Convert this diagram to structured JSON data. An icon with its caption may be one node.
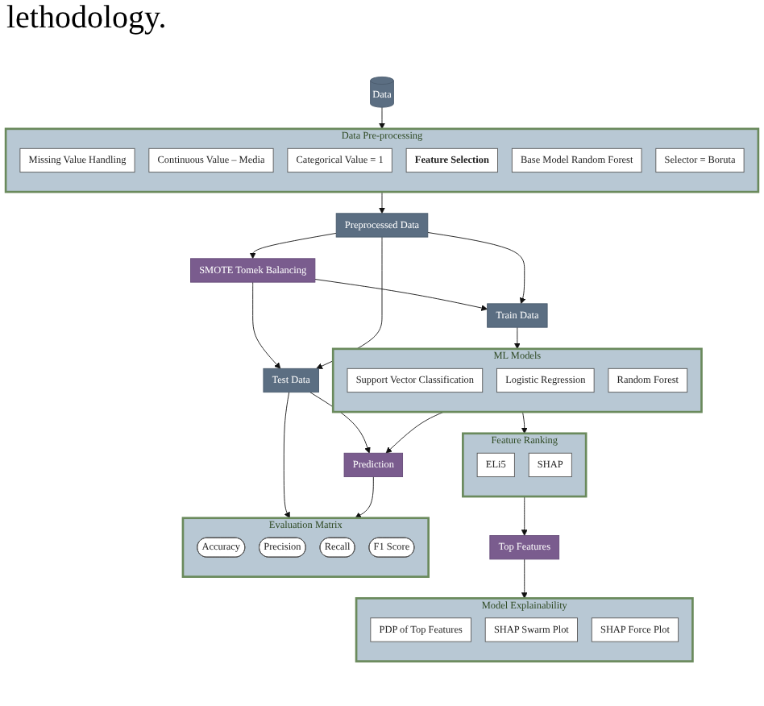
{
  "diagram": {
    "caption": "lethodology.",
    "nodes": [
      {
        "text": [
          "Data"
        ]
      },
      {
        "text": [
          "Data Pre-processing"
        ]
      },
      {
        "text": [
          "Missing Value Handling"
        ],
        "in": 1
      },
      {
        "text": [
          "Continuous Value – Media"
        ],
        "in": 1
      },
      {
        "text": [
          "Categorical Value = 1"
        ],
        "in": 1
      },
      {
        "text": [
          "Feature Selection"
        ],
        "in": 1
      },
      {
        "text": [
          "Base Model Random Forest"
        ],
        "in": 1
      },
      {
        "text": [
          "Selector = Boruta"
        ],
        "in": 1
      },
      {
        "text": [
          "Preprocessed Data"
        ]
      },
      {
        "text": [
          "SMOTE Tomek Balancing"
        ]
      },
      {
        "text": [
          "Test Data"
        ]
      },
      {
        "text": [
          "Train Data"
        ]
      },
      {
        "text": [
          "Evaluation Matrix"
        ]
      },
      {
        "text": [
          "Accuracy"
        ],
        "in": 12
      },
      {
        "text": [
          "Precision"
        ],
        "in": 12
      },
      {
        "text": [
          "Recall"
        ],
        "in": 12
      },
      {
        "text": [
          "F1 Score"
        ],
        "in": 12
      },
      {
        "text": [
          "ML Models"
        ]
      },
      {
        "text": [
          "Support Vector Classification"
        ],
        "in": 17
      },
      {
        "text": [
          "Logistic Regression"
        ],
        "in": 17
      },
      {
        "text": [
          "Random Forest"
        ],
        "in": 17
      },
      {
        "text": [
          "Prediction"
        ]
      },
      {
        "text": [
          "Model Explainability"
        ]
      },
      {
        "text": [
          "PDP of Top Features"
        ],
        "in": 22
      },
      {
        "text": [
          "SHAP Swarm Plot"
        ],
        "in": 22
      },
      {
        "text": [
          "SHAP Force Plot"
        ],
        "in": 22
      },
      {
        "text": [
          "Feature Ranking"
        ]
      },
      {
        "text": [
          "ELi5"
        ],
        "in": 26
      },
      {
        "text": [
          "SHAP"
        ],
        "in": 26
      },
      {
        "text": [
          "Top Features"
        ]
      }
    ],
    "edges": [
      {
        "from": 0,
        "to": 1,
        "arrow": "to"
      },
      {
        "from": 1,
        "to": 8,
        "arrow": "to"
      },
      {
        "from": 8,
        "to": 9,
        "arrow": "to"
      },
      {
        "from": 9,
        "to": 10,
        "arrow": "to"
      },
      {
        "from": 9,
        "to": 11,
        "arrow": "to"
      },
      {
        "from": 8,
        "to": 10,
        "arrow": "to"
      },
      {
        "from": 8,
        "to": 11,
        "arrow": "to"
      },
      {
        "from": 10,
        "to": 12,
        "arrow": "to"
      },
      {
        "from": 10,
        "to": 21,
        "arrow": "to"
      },
      {
        "from": 11,
        "to": 17,
        "arrow": "to"
      },
      {
        "from": 17,
        "to": 21,
        "arrow": "to"
      },
      {
        "from": 21,
        "to": 12,
        "arrow": "to"
      },
      {
        "from": 17,
        "to": 26,
        "arrow": "to"
      },
      {
        "from": 26,
        "to": 29,
        "arrow": "to"
      },
      {
        "from": 29,
        "to": 22,
        "arrow": "to"
      }
    ]
  }
}
